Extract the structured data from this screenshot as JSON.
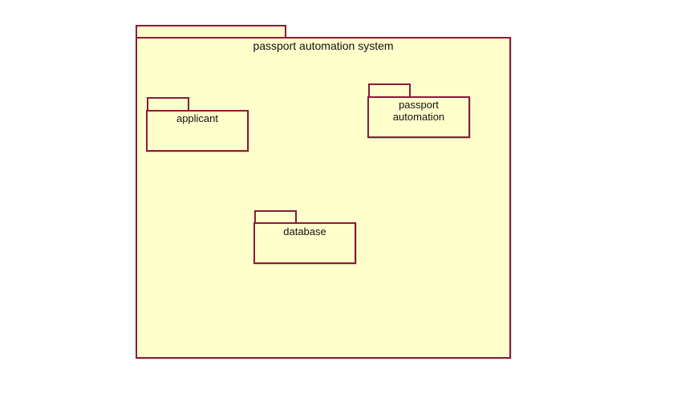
{
  "diagram": {
    "system": {
      "label": "passport automation system"
    },
    "packages": [
      {
        "id": "applicant",
        "label": "applicant"
      },
      {
        "id": "passport-automation",
        "label": "passport\nautomation"
      },
      {
        "id": "database",
        "label": "database"
      }
    ]
  },
  "colors": {
    "fill": "#ffffcc",
    "border": "#8b1a3a",
    "text": "#111111"
  }
}
